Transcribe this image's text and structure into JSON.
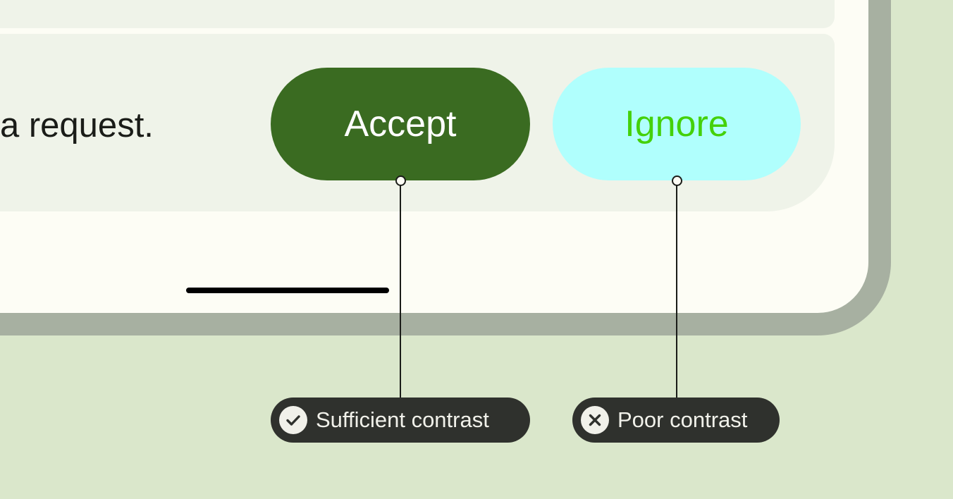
{
  "card": {
    "message": "a request."
  },
  "buttons": {
    "accept": {
      "label": "Accept",
      "background": "#3a6b21",
      "text_color": "#ffffff"
    },
    "ignore": {
      "label": "Ignore",
      "background": "#b0fffd",
      "text_color": "#44d10a"
    }
  },
  "annotations": {
    "sufficient": {
      "label": "Sufficient contrast",
      "icon": "check-icon"
    },
    "poor": {
      "label": "Poor contrast",
      "icon": "close-icon"
    }
  },
  "colors": {
    "background": "#dae7cb",
    "device_frame": "#a7b0a1",
    "screen": "#fdfdf5",
    "card": "#eff3e9",
    "chip": "#2f312d"
  }
}
